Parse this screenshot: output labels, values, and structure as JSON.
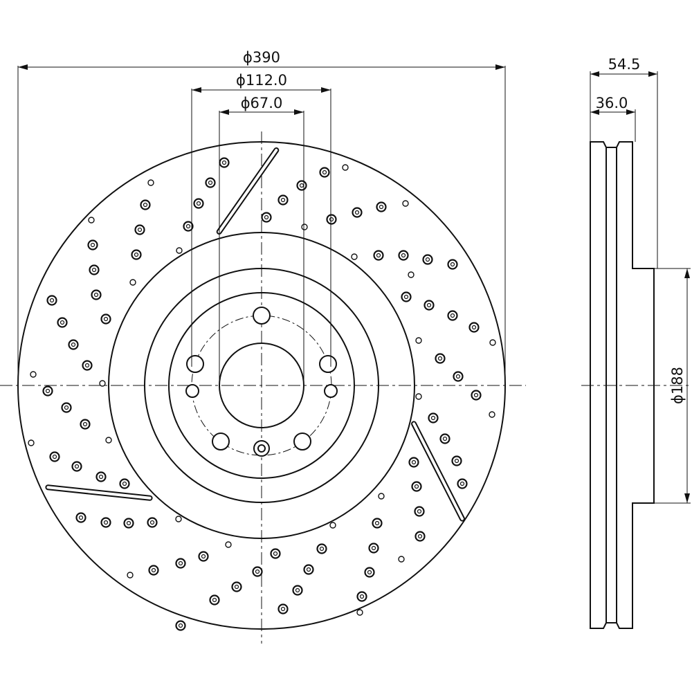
{
  "dimensions": {
    "outer_diameter": "ϕ390",
    "pcd_diameter": "ϕ112.0",
    "center_bore_diameter": "ϕ67.0",
    "overall_thickness": "54.5",
    "disc_thickness": "36.0",
    "hat_diameter": "ϕ188"
  },
  "colors": {
    "line": "#111111",
    "background": "#ffffff"
  },
  "icons": {
    "hole_pattern": "cross-drilled-holes",
    "slots": "groove-slots"
  }
}
